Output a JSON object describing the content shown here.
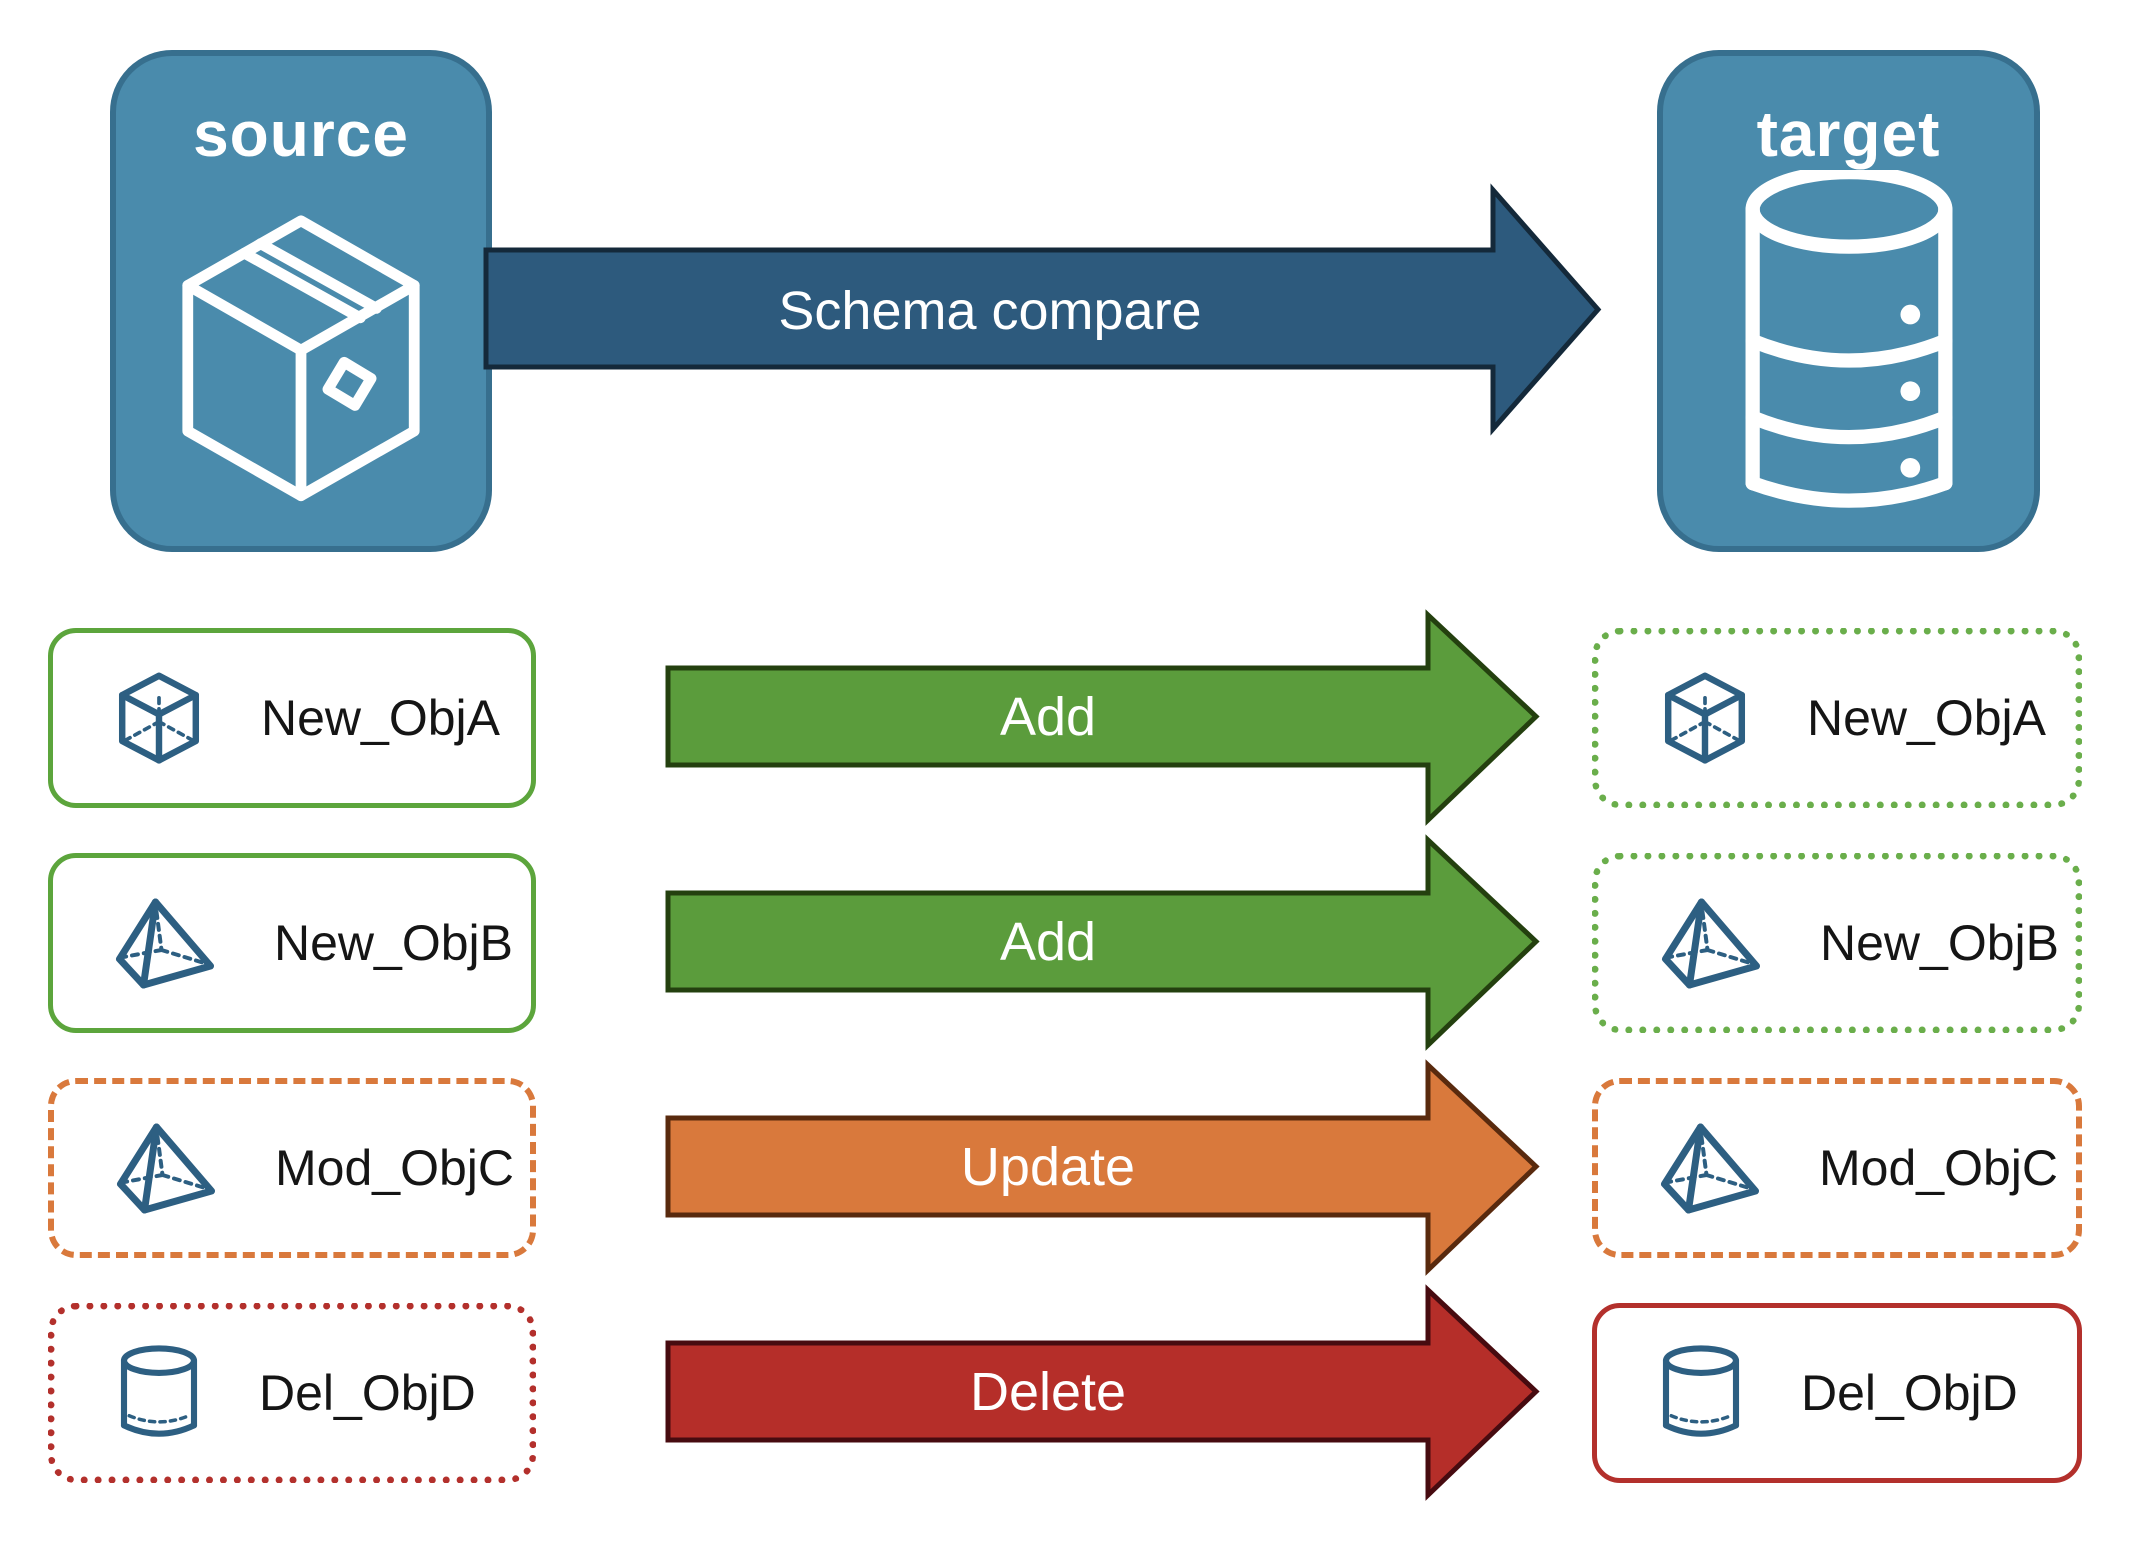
{
  "diagram": {
    "source": {
      "label": "source"
    },
    "target": {
      "label": "target"
    },
    "compare_arrow": {
      "label": "Schema compare"
    }
  },
  "rows": [
    {
      "object": "New_ObjA",
      "icon": "cube-icon",
      "action": "Add",
      "left": {
        "border_style": "solid",
        "border_color": "#5CA53C"
      },
      "right": {
        "border_style": "dotted",
        "border_color": "#6AAE4B"
      },
      "arrow": {
        "fill": "#5B9C3C",
        "border": "#24400F"
      }
    },
    {
      "object": "New_ObjB",
      "icon": "pyramid-icon",
      "action": "Add",
      "left": {
        "border_style": "solid",
        "border_color": "#5CA53C"
      },
      "right": {
        "border_style": "dotted",
        "border_color": "#6AAE4B"
      },
      "arrow": {
        "fill": "#5B9C3C",
        "border": "#24400F"
      }
    },
    {
      "object": "Mod_ObjC",
      "icon": "pyramid-icon",
      "action": "Update",
      "left": {
        "border_style": "dashed",
        "border_color": "#D9793C"
      },
      "right": {
        "border_style": "dashed",
        "border_color": "#D9793C"
      },
      "arrow": {
        "fill": "#D9793C",
        "border": "#592A0E"
      }
    },
    {
      "object": "Del_ObjD",
      "icon": "cylinder-icon",
      "action": "Delete",
      "left": {
        "border_style": "dotted",
        "border_color": "#B3302C"
      },
      "right": {
        "border_style": "solid",
        "border_color": "#B3302C"
      },
      "arrow": {
        "fill": "#B52E29",
        "border": "#470B10"
      }
    }
  ],
  "colors": {
    "endpoint_fill": "#4A8BAC",
    "endpoint_border": "#376F8E",
    "endpoint_title_color": "#FFFFFF",
    "schema_arrow_fill": "#2D5A7D",
    "schema_arrow_border": "#14293A",
    "arrow_label_color": "#FFFFFF",
    "icon_stroke": "#2D5F82",
    "label_color": "#151515"
  }
}
